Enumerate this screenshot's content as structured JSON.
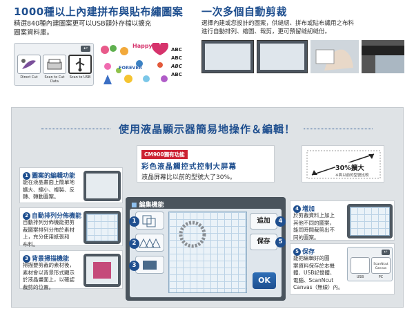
{
  "top_left": {
    "title": "1000種以上內建拼布與貼布繡圖案",
    "desc_line1": "精選840種內建圖案更可以USB額外存檔以擴充",
    "desc_line2": "圖案資料庫。",
    "buttons": [
      "Direct Cut",
      "Scan to Cut Data",
      "Scan to USB"
    ],
    "word_samples": [
      "ABC",
      "ABC",
      "ABC",
      "ABC"
    ],
    "word_top": "Happy",
    "word_mid": "FOREVER"
  },
  "top_right": {
    "title": "一次多個自動剪裁",
    "desc_line1": "選擇內建或您設計的圖案，供縫紉、拼布或貼布繡用之布料",
    "desc_line2": "進行自動排列、繪圖、裁剪，更可預留縫紉縫份。"
  },
  "panel": {
    "headline": "使用液晶顯示器簡易地操作＆編輯！",
    "badge": "CM900獨有功能",
    "center_title": "彩色液晶觸控式控制大屏幕",
    "center_desc": "液晶屏幕比以前的型號大了30%。",
    "size_value": "30%擴大",
    "size_note": "※與以前的型號比較",
    "edit_title": "編集機能",
    "add_btn": "追加",
    "save_btn": "保存",
    "ok_btn": "OK",
    "circle_nums": [
      "1",
      "2",
      "3",
      "4",
      "5"
    ],
    "left_cards": [
      {
        "num": "1",
        "title": "圖案的編輯功能",
        "body": [
          "能在液晶畫面上簡單地",
          "擴大、縮小、複製、反",
          "轉、轉動圖案。"
        ]
      },
      {
        "num": "2",
        "title": "自動排列分佈機能",
        "body": [
          "自動排列分佈機能把剪",
          "裁圖案排列分佈於素材",
          "上，充分使用紙張和",
          "布料。"
        ]
      },
      {
        "num": "3",
        "title": "背景掃描機能",
        "body": [
          "掃描要剪裁的素材後，",
          "素材會以背景形式顯示",
          "於液晶畫面上，以確認",
          "裁剪的位置。"
        ]
      }
    ],
    "right_cards": [
      {
        "num": "4",
        "title": "增加",
        "body": [
          "於剪裁資料上加上",
          "其他不同的圖案，",
          "能同時間裁剪出不",
          "同的圖案。"
        ]
      },
      {
        "num": "5",
        "title": "保存",
        "body": [
          "能把編輯好的圖",
          "案資料保存於本機",
          "體、USB記憶體、",
          "電腦、ScanNcut",
          "Canvas（無線）內。"
        ]
      }
    ],
    "mini_labels": {
      "scancut": "ScanNcut Canvas",
      "usb": "USB",
      "pc": "PC"
    }
  },
  "colors": {
    "brand": "#1f4f8f",
    "badge": "#cc2233"
  }
}
